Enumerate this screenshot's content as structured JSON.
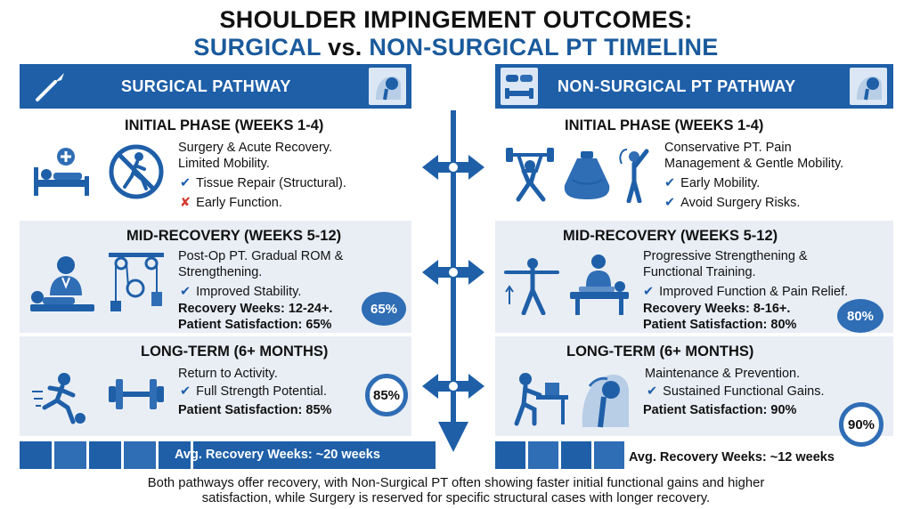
{
  "title": {
    "line1": "SHOULDER IMPINGEMENT OUTCOMES:",
    "surgical": "SURGICAL",
    "vs": " vs. ",
    "nonsurgical": "NON-SURGICAL PT TIMELINE"
  },
  "left": {
    "banner": "SURGICAL PATHWAY",
    "initial": {
      "title": "INITIAL PHASE (WEEKS 1-4)",
      "line1": "Surgery & Acute Recovery.",
      "line2": "Limited Mobility.",
      "pro": "Tissue Repair (Structural).",
      "con": "Early Function."
    },
    "mid": {
      "title": "MID-RECOVERY (WEEKS 5-12)",
      "line1": "Post-Op PT. Gradual ROM &",
      "line2": "Strengthening.",
      "pro": "Improved Stability.",
      "weeks": "Recovery Weeks: 12-24+.",
      "satisfaction": "Patient Satisfaction: 65%",
      "badge": "65%"
    },
    "long": {
      "title": "LONG-TERM (6+ MONTHS)",
      "line1": "Return to Activity.",
      "pro": "Full Strength Potential.",
      "satisfaction": "Patient Satisfaction: 85%",
      "badge": "85%"
    },
    "footer": "Avg. Recovery Weeks: ~20 weeks"
  },
  "right": {
    "banner": "NON-SURGICAL PT PATHWAY",
    "initial": {
      "title": "INITIAL PHASE (WEEKS 1-4)",
      "line1": "Conservative PT. Pain",
      "line2": "Management & Gentle Mobility.",
      "pro1": "Early Mobility.",
      "pro2": "Avoid Surgery Risks."
    },
    "mid": {
      "title": "MID-RECOVERY (WEEKS 5-12)",
      "line1": "Progressive Strengthening &",
      "line2": "Functional Training.",
      "pro": "Improved Function & Pain Relief.",
      "weeks": "Recovery Weeks: 8-16+.",
      "satisfaction": "Patient Satisfaction: 80%",
      "badge": "80%"
    },
    "long": {
      "title": "LONG-TERM (6+ MONTHS)",
      "line1": "Maintenance & Prevention.",
      "pro": "Sustained Functional Gains.",
      "satisfaction": "Patient Satisfaction: 90%",
      "badge": "90%"
    },
    "footer": "Avg. Recovery Weeks: ~12 weeks"
  },
  "symbols": {
    "check": "✔",
    "cross": "✘"
  },
  "caption": {
    "line1": "Both pathways offer recovery, with Non-Surgical PT often showing faster initial functional gains and higher",
    "line2": "satisfaction, while Surgery is reserved for specific structural cases with longer recovery."
  },
  "colors": {
    "primary": "#1e5fa8",
    "accent": "#2f6db5",
    "panel": "#e9eef5",
    "cross": "#d43a2f"
  },
  "icons": [
    "scalpel-icon",
    "shoulder-icon",
    "hands-icon",
    "dumbbell-icon",
    "hospital-bed-icon",
    "no-walking-icon",
    "weightlifter-icon",
    "ice-pack-icon",
    "stretch-icon",
    "doctor-icon",
    "pulley-icon",
    "exercise-icon",
    "massage-table-icon",
    "soccer-player-icon",
    "barbell-icon",
    "desk-worker-icon",
    "shoulder-joint-icon",
    "arrows-icon"
  ]
}
